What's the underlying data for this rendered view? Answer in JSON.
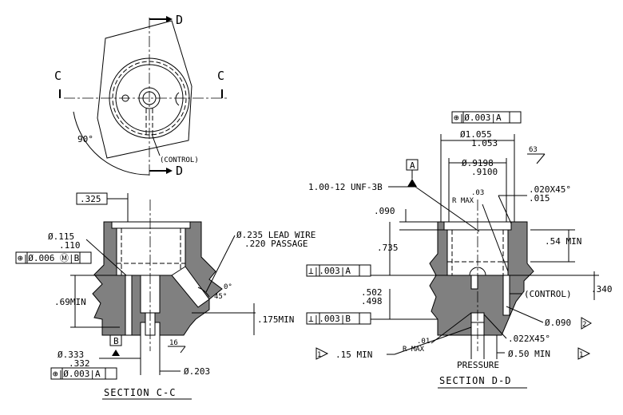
{
  "colors": {
    "section_fill": "#808080",
    "line": "#000000",
    "background": "#ffffff"
  },
  "top_view": {
    "cut_label_c_left": "C",
    "cut_label_c_right": "C",
    "cut_label_d_top": "D",
    "cut_label_d_bottom": "D",
    "angle": "90°",
    "control_note": "(CONTROL)"
  },
  "section_cc": {
    "title": "SECTION C-C",
    "dim_325": ".325",
    "dia_115": "Ø.115",
    "dia_110": ".110",
    "fcf_position": "⊕|Ø.006 Ⓜ|B",
    "lead_wire_1": "Ø.235 LEAD WIRE",
    "lead_wire_2": ".220 PASSAGE",
    "angle_0": "0°",
    "angle_45": "45°",
    "dim_69min": ".69MIN",
    "dim_175min": ".175MIN",
    "datum_b": "B",
    "dia_333": "Ø.333",
    "dia_332": ".332",
    "fcf_bottom": "⊕|Ø.003|A",
    "finish_16": "16",
    "dia_203": "Ø.203"
  },
  "section_dd": {
    "title": "SECTION D-D",
    "fcf_top": "⊕|Ø.003|A",
    "dia_1055": "Ø1.055",
    "dia_1053": "1.053",
    "finish_63": "63",
    "datum_a": "A",
    "dia_9198": "Ø.9198",
    "dia_9100": ".9100",
    "thread": "1.00-12 UNF-3B",
    "r_03": ".03",
    "r_max": "R MAX",
    "chamfer_020": ".020X45°",
    "chamfer_015": ".015",
    "dim_090": ".090",
    "dim_735": ".735",
    "dim_54min": ".54 MIN",
    "perp_1": "⊥|.003|A",
    "dim_502": ".502",
    "dim_498": ".498",
    "control": "(CONTROL)",
    "dim_340": ".340",
    "perp_2": "⊥|.003|B",
    "dia_090": "Ø.090",
    "note_2": "2",
    "r_01": ".01",
    "r_max_2": "R MAX",
    "chamfer_022": ".022X45°",
    "note_1_left": "1",
    "dim_15min": ".15 MIN",
    "pressure": "PRESSURE",
    "dia_50min": "Ø.50 MIN",
    "note_1_right": "1"
  }
}
